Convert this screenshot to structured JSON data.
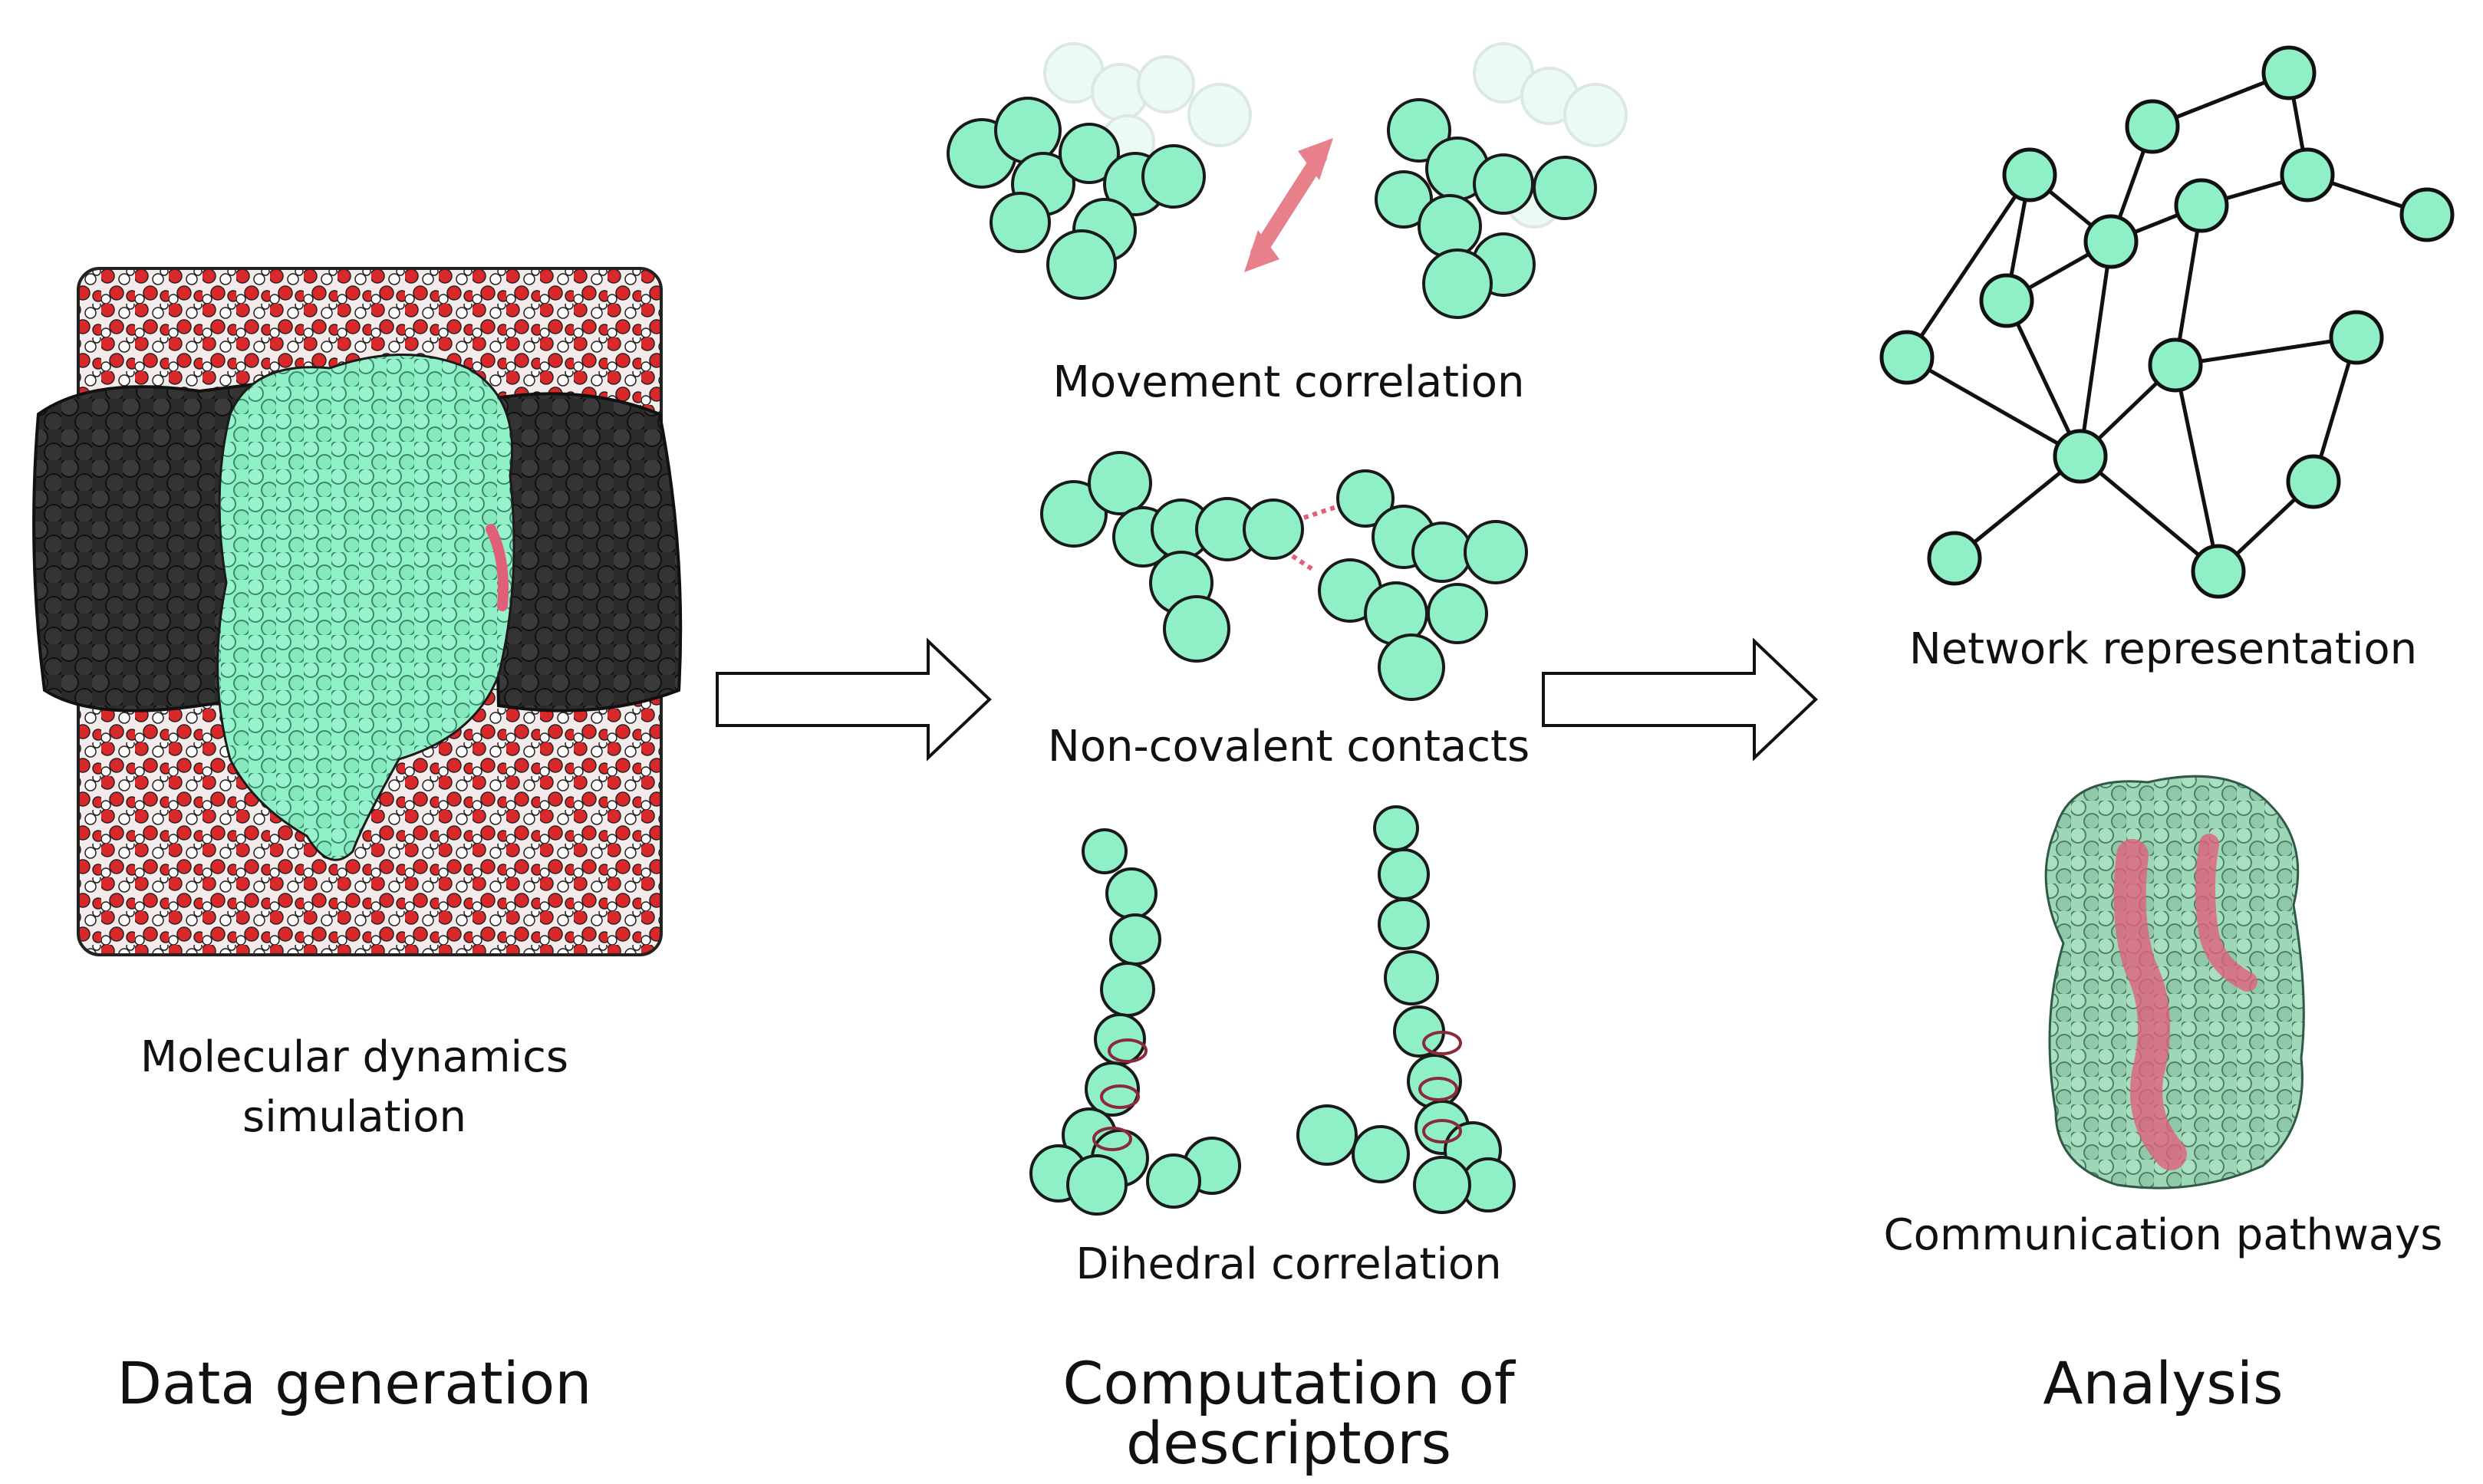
{
  "columns": {
    "data_generation": {
      "heading": "Data generation",
      "caption_line1": "Molecular dynamics",
      "caption_line2": "simulation"
    },
    "computation": {
      "heading_line1": "Computation of",
      "heading_line2": "descriptors",
      "descriptors": [
        {
          "label": "Movement correlation"
        },
        {
          "label": "Non-covalent contacts"
        },
        {
          "label": "Dihedral correlation"
        }
      ]
    },
    "analysis": {
      "heading": "Analysis",
      "items": [
        {
          "label": "Network representation"
        },
        {
          "label": "Communication pathways"
        }
      ]
    }
  },
  "colors": {
    "residue_fill": "#8ff0c8",
    "residue_stroke": "#1a1a1a",
    "membrane": "#2b2b2b",
    "water_red": "#d8282a",
    "highlight_pink": "#e8808c",
    "arrow_stroke": "#111111"
  },
  "icons": [
    "md-simulation-box",
    "right-arrow",
    "network-graph",
    "protein-pathways"
  ]
}
